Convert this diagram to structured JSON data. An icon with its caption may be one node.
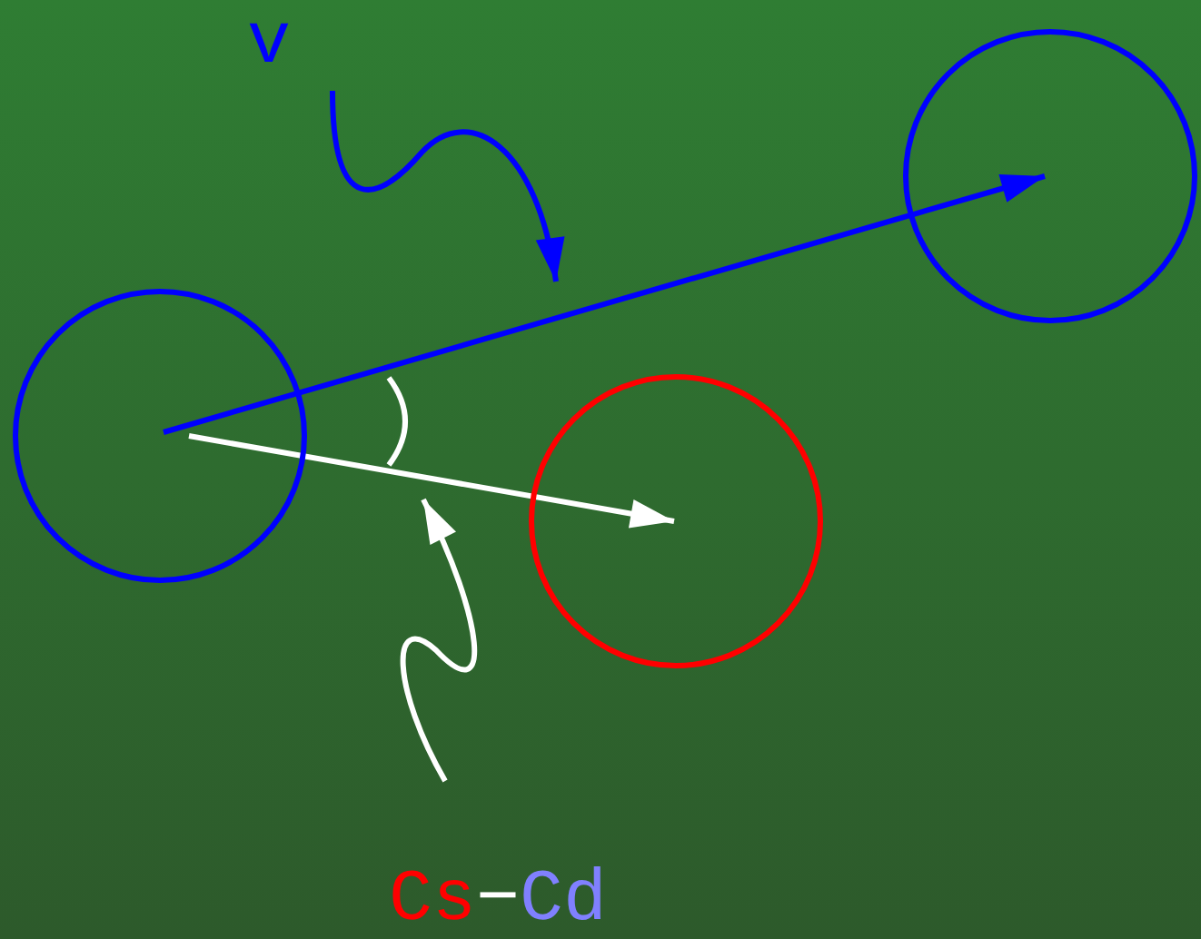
{
  "diagram": {
    "nodes": [
      {
        "text": [],
        "shape": "circle"
      },
      {
        "text": [],
        "shape": "circle"
      },
      {
        "text": [],
        "shape": "circle"
      },
      {
        "text": [
          "v"
        ]
      },
      {
        "text": [
          "Cs",
          "−",
          "Cd"
        ]
      }
    ],
    "edges": [
      {
        "from": 0,
        "to": 1,
        "arrow": "to",
        "color": "#0000ff"
      },
      {
        "from": 0,
        "to": 2,
        "arrow": "to",
        "color": "#ffffff"
      },
      {
        "from": 3,
        "to": null,
        "arrow": "to",
        "color": "#0000ff"
      },
      {
        "from": 4,
        "to": null,
        "arrow": "to",
        "color": "#ffffff"
      }
    ]
  }
}
